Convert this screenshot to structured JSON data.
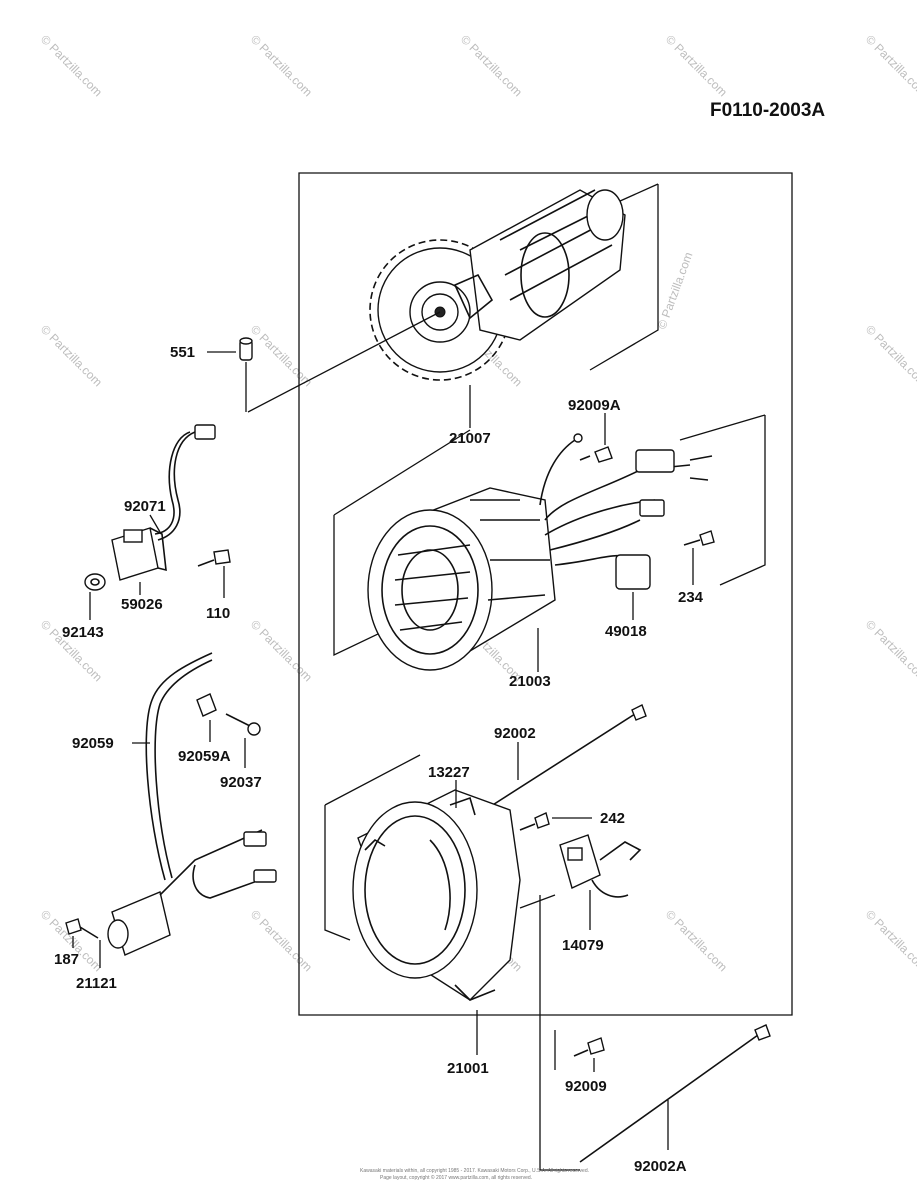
{
  "figure_code": "F0110-2003A",
  "watermark": "© Partzilla.com",
  "footer_lines": [
    "Kawasaki materials within, all copyright 1985 - 2017. Kawasaki Motors Corp., U.S.A. All rights reserved.",
    "Page layout, copyright © 2017 www.partzilla.com, all rights reserved."
  ],
  "parts": {
    "p551": "551",
    "p21007": "21007",
    "p92009A": "92009A",
    "p92071": "92071",
    "p59026": "59026",
    "p110": "110",
    "p92143": "92143",
    "p234": "234",
    "p49018": "49018",
    "p21003": "21003",
    "p92059": "92059",
    "p92059A": "92059A",
    "p92037": "92037",
    "p92002": "92002",
    "p13227": "13227",
    "p242": "242",
    "p14079": "14079",
    "p187": "187",
    "p21121": "21121",
    "p21001": "21001",
    "p92009": "92009",
    "p92002A": "92002A"
  }
}
